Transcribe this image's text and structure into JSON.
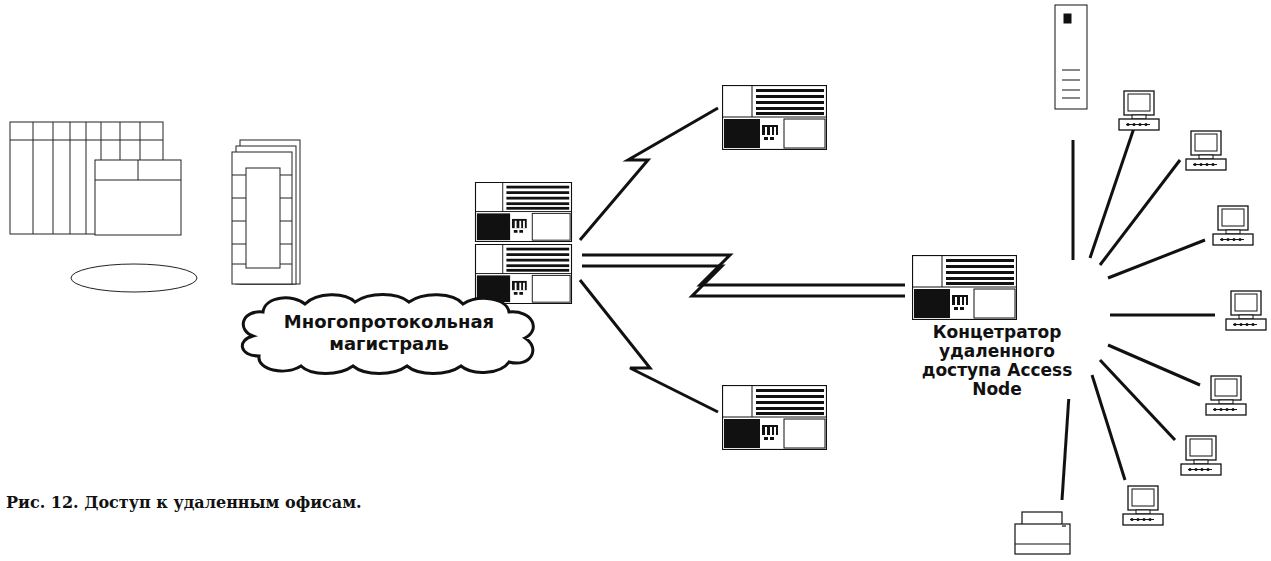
{
  "diagram": {
    "caption": "Рис. 12. Доступ к удаленным офисам.",
    "nodes": [
      {
        "text": [
          "Многопротокольная магистраль"
        ]
      },
      {
        "text": [
          "Концетратор удаленного доступа Access Node"
        ]
      }
    ]
  }
}
